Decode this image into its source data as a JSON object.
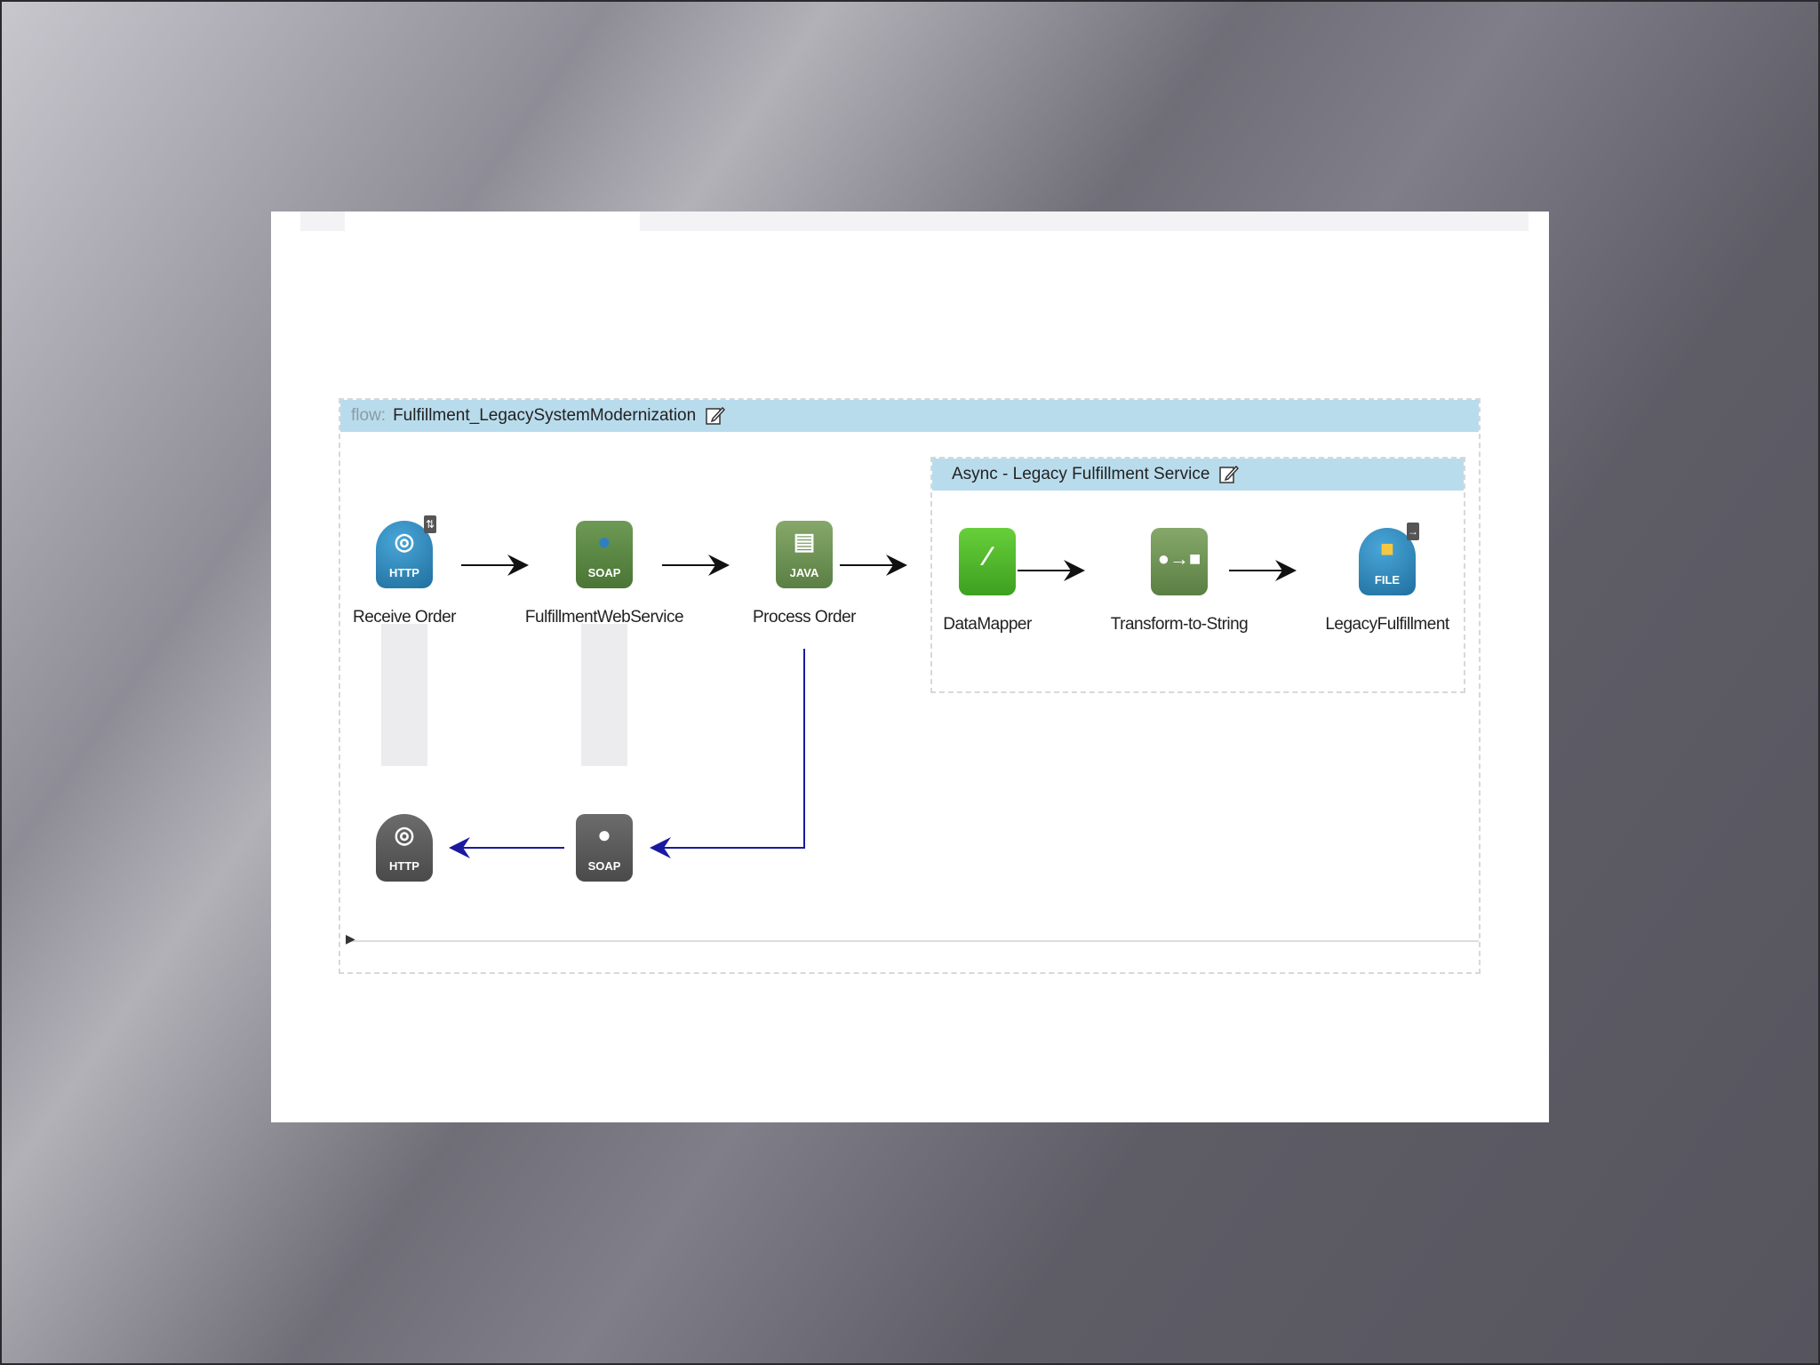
{
  "flow": {
    "prefix": "flow:",
    "name": "Fulfillment_LegacySystemModernization"
  },
  "scope": {
    "title": "Async - Legacy Fulfillment Service"
  },
  "nodes": [
    {
      "label": "Receive Order",
      "icon_text": "HTTP",
      "icon": "http-globe-icon"
    },
    {
      "label": "FulfillmentWebService",
      "icon_text": "SOAP",
      "icon": "soap-globe-icon"
    },
    {
      "label": "Process Order",
      "icon_text": "JAVA",
      "icon": "java-document-icon"
    },
    {
      "label": "DataMapper",
      "icon_text": "",
      "icon": "datamapper-icon"
    },
    {
      "label": "Transform-to-String",
      "icon_text": "",
      "icon": "transformer-icon"
    },
    {
      "label": "LegacyFulfillment",
      "icon_text": "FILE",
      "icon": "file-folder-icon"
    }
  ],
  "responses": [
    {
      "icon_text": "HTTP",
      "icon": "http-response-icon"
    },
    {
      "icon_text": "SOAP",
      "icon": "soap-response-icon"
    }
  ],
  "colors": {
    "header": "#b9dced",
    "response_arrow": "#1a1aa0",
    "request_arrow": "#111111"
  }
}
